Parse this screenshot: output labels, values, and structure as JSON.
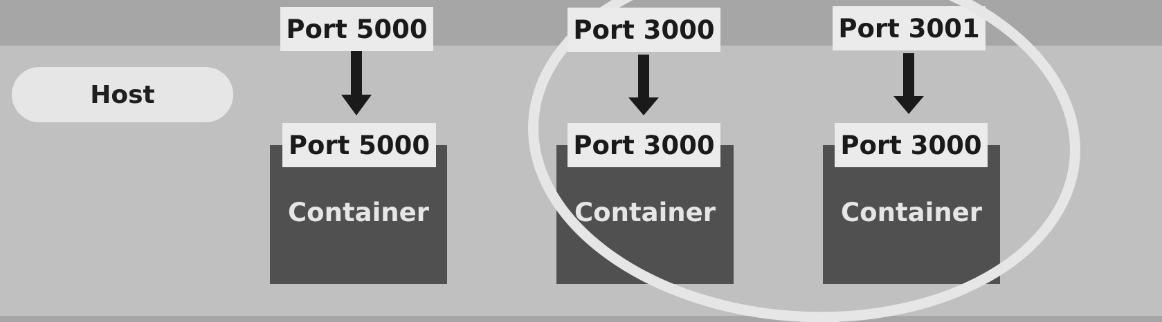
{
  "host": {
    "label": "Host"
  },
  "containers": [
    {
      "label": "Container",
      "host_port": "Port 5000",
      "container_port": "Port 5000"
    },
    {
      "label": "Container",
      "host_port": "Port 3000",
      "container_port": "Port 3000"
    },
    {
      "label": "Container",
      "host_port": "Port 3001",
      "container_port": "Port 3000"
    }
  ],
  "colors": {
    "host_band": "#c0c0c0",
    "outer_band": "#a6a6a6",
    "container": "#505050",
    "label_bg": "#ebebeb",
    "arrow": "#1a1a1a",
    "highlight_ring": "#e6e6e6"
  }
}
